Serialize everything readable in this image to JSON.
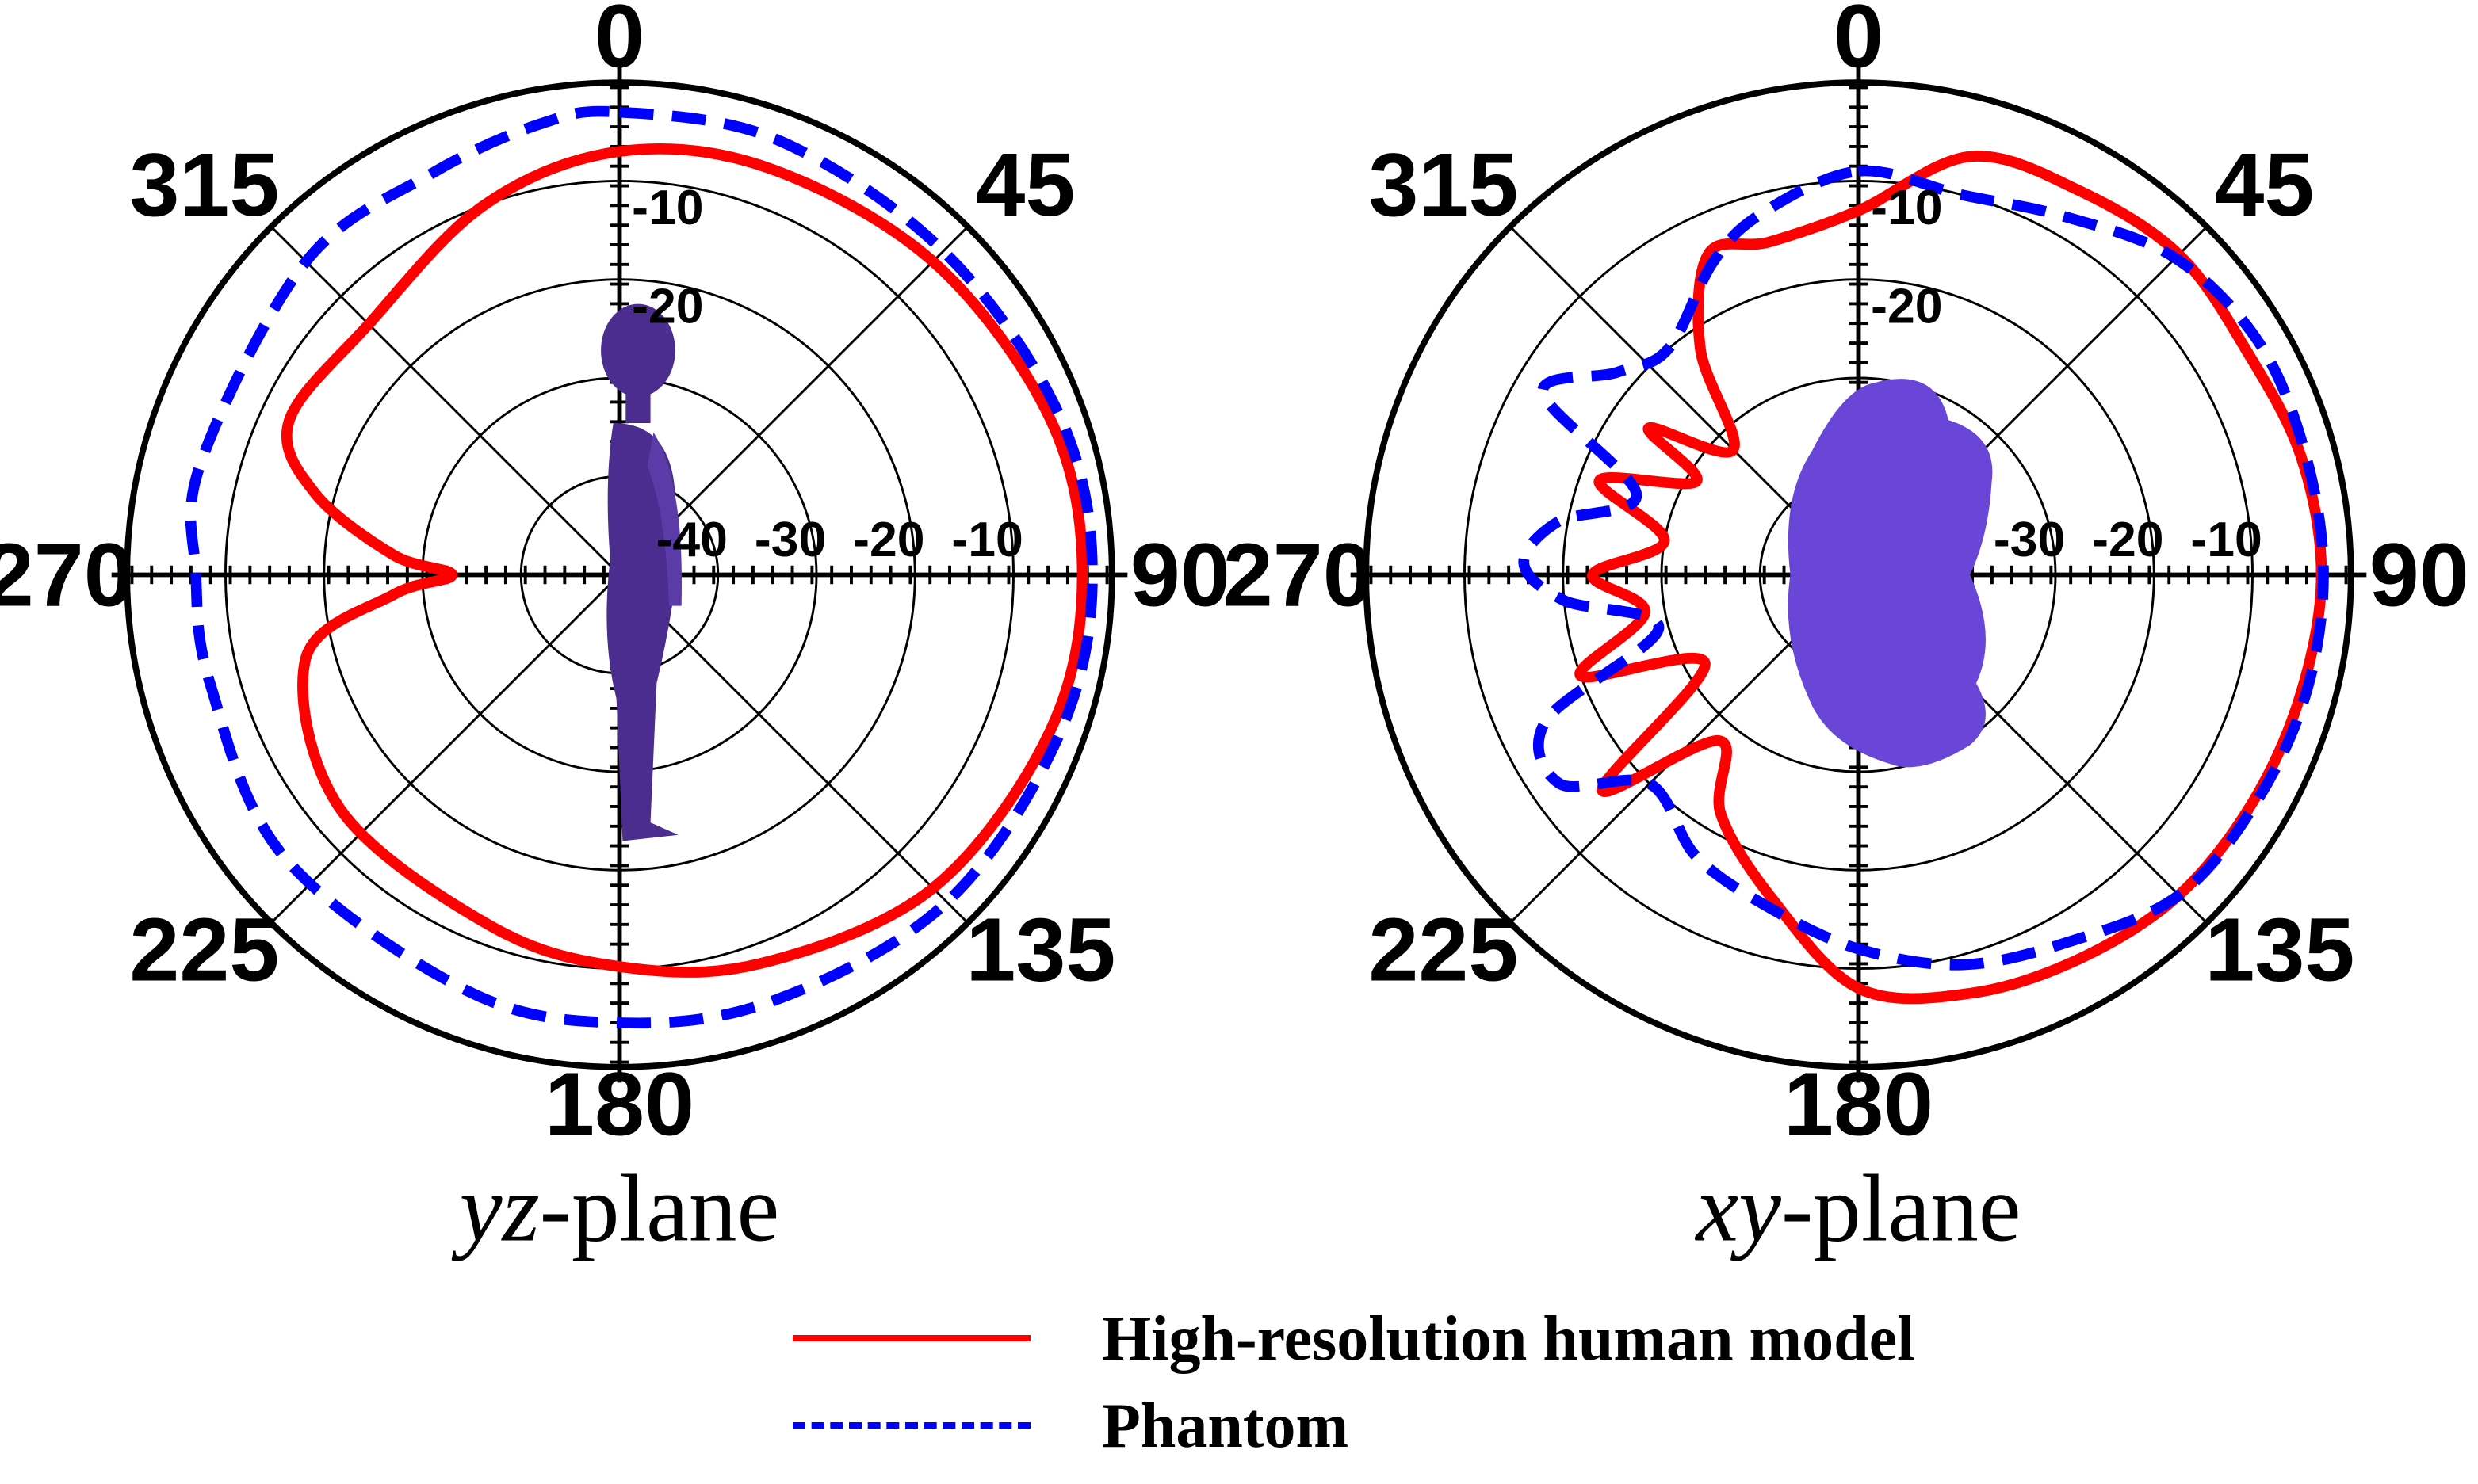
{
  "chart_data": [
    {
      "type": "polar-line",
      "caption": "yz-plane",
      "caption_parts": {
        "italic": "yz",
        "rest": "-plane"
      },
      "angle_ticks": [
        "0",
        "45",
        "90",
        "135",
        "180",
        "225",
        "270",
        "315"
      ],
      "radial_ticks": [
        "-10",
        "-20",
        "-30",
        "-40"
      ],
      "radial_range": [
        -50,
        0
      ],
      "inset": "human-body-side-view",
      "series": [
        {
          "name": "High-resolution human model",
          "color": "#ff0000",
          "dash": "solid",
          "points": [
            [
              0,
              -7
            ],
            [
              20,
              -6
            ],
            [
              45,
              -5
            ],
            [
              70,
              -3.5
            ],
            [
              90,
              -3
            ],
            [
              110,
              -3.5
            ],
            [
              135,
              -5
            ],
            [
              160,
              -8
            ],
            [
              180,
              -10.2
            ],
            [
              200,
              -12
            ],
            [
              230,
              -13
            ],
            [
              255,
              -17
            ],
            [
              265,
              -27
            ],
            [
              270,
              -33
            ],
            [
              275,
              -27
            ],
            [
              285,
              -18
            ],
            [
              295,
              -13
            ],
            [
              315,
              -14
            ],
            [
              340,
              -10
            ],
            [
              360,
              -7
            ]
          ]
        },
        {
          "name": "Phantom",
          "color": "#0000ff",
          "dash": "dashed",
          "points": [
            [
              0,
              -3
            ],
            [
              20,
              -3
            ],
            [
              45,
              -3.5
            ],
            [
              70,
              -2.5
            ],
            [
              90,
              -2
            ],
            [
              110,
              -2.5
            ],
            [
              135,
              -3
            ],
            [
              160,
              -4
            ],
            [
              180,
              -4.5
            ],
            [
              200,
              -5
            ],
            [
              230,
              -5.5
            ],
            [
              255,
              -7
            ],
            [
              270,
              -7
            ],
            [
              285,
              -6
            ],
            [
              315,
              -5
            ],
            [
              335,
              -5
            ],
            [
              350,
              -3.5
            ],
            [
              360,
              -3
            ]
          ]
        }
      ]
    },
    {
      "type": "polar-line",
      "caption": "xy-plane",
      "caption_parts": {
        "italic": "xy",
        "rest": "-plane"
      },
      "angle_ticks": [
        "0",
        "45",
        "90",
        "135",
        "180",
        "225",
        "270",
        "315"
      ],
      "radial_ticks": [
        "-10",
        "-20",
        "-30"
      ],
      "radial_range": [
        -50,
        0
      ],
      "inset": "human-body-top-view",
      "series": [
        {
          "name": "High-resolution human model",
          "color": "#ff0000",
          "dash": "solid",
          "points": [
            [
              0,
              -13
            ],
            [
              15,
              -6
            ],
            [
              30,
              -5
            ],
            [
              45,
              -4
            ],
            [
              60,
              -4.5
            ],
            [
              75,
              -3.5
            ],
            [
              90,
              -3
            ],
            [
              105,
              -3.5
            ],
            [
              120,
              -3.8
            ],
            [
              135,
              -4
            ],
            [
              150,
              -5
            ],
            [
              165,
              -6
            ],
            [
              180,
              -8
            ],
            [
              195,
              -16
            ],
            [
              210,
              -22
            ],
            [
              220,
              -28
            ],
            [
              230,
              -16
            ],
            [
              240,
              -32
            ],
            [
              250,
              -20
            ],
            [
              260,
              -28
            ],
            [
              270,
              -23
            ],
            [
              280,
              -30
            ],
            [
              290,
              -22
            ],
            [
              300,
              -31
            ],
            [
              305,
              -24
            ],
            [
              315,
              -32
            ],
            [
              325,
              -22
            ],
            [
              335,
              -14
            ],
            [
              345,
              -15
            ],
            [
              360,
              -13
            ]
          ]
        },
        {
          "name": "Phantom",
          "color": "#0000ff",
          "dash": "dashed",
          "points": [
            [
              0,
              -9
            ],
            [
              15,
              -10
            ],
            [
              30,
              -8
            ],
            [
              45,
              -4.5
            ],
            [
              60,
              -3
            ],
            [
              75,
              -3
            ],
            [
              90,
              -2.8
            ],
            [
              105,
              -3
            ],
            [
              120,
              -3.5
            ],
            [
              135,
              -4
            ],
            [
              150,
              -7
            ],
            [
              165,
              -9
            ],
            [
              180,
              -12
            ],
            [
              195,
              -15
            ],
            [
              210,
              -17
            ],
            [
              225,
              -20
            ],
            [
              235,
              -13
            ],
            [
              245,
              -15
            ],
            [
              255,
              -29
            ],
            [
              265,
              -20
            ],
            [
              272,
              -16
            ],
            [
              280,
              -19
            ],
            [
              290,
              -26
            ],
            [
              300,
              -13
            ],
            [
              310,
              -18
            ],
            [
              320,
              -20
            ],
            [
              335,
              -15
            ],
            [
              345,
              -12
            ],
            [
              360,
              -9
            ]
          ]
        }
      ]
    }
  ],
  "legend": [
    {
      "label": "High-resolution human model",
      "color": "#ff0000",
      "dash": "solid"
    },
    {
      "label": "Phantom",
      "color": "#0000ff",
      "dash": "dashed"
    }
  ],
  "colors": {
    "inset_fill": "#4b2d8f",
    "inset_fill_right": "#6a46d8"
  }
}
